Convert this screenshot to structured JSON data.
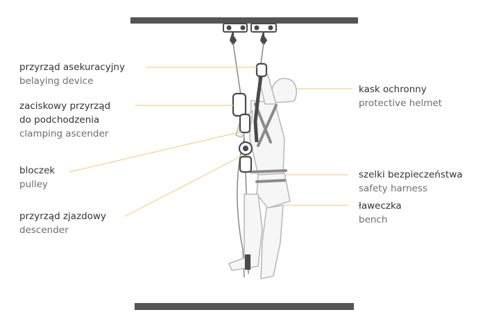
{
  "colors": {
    "bar": "#555555",
    "figure_stroke": "#b9b9b9",
    "figure_fill": "#f6f6f6",
    "equipment": "#4a4a4a",
    "strap": "#8a8a8a",
    "leader": "#f3c36a"
  },
  "labels": {
    "belay": {
      "pl": "przyrząd asekuracyjny",
      "en": "belaying device"
    },
    "ascender": {
      "pl1": "zaciskowy przyrząd",
      "pl2": "do podchodzenia",
      "en": "clamping ascender"
    },
    "pulley": {
      "pl": "bloczek",
      "en": "pulley"
    },
    "descender": {
      "pl": "przyrząd zjazdowy",
      "en": "descender"
    },
    "helmet": {
      "pl": "kask ochronny",
      "en": "protective helmet"
    },
    "harness": {
      "pl": "szelki bezpieczeństwa",
      "en": "safety harness"
    },
    "bench": {
      "pl": "ławeczka",
      "en": "bench"
    }
  }
}
